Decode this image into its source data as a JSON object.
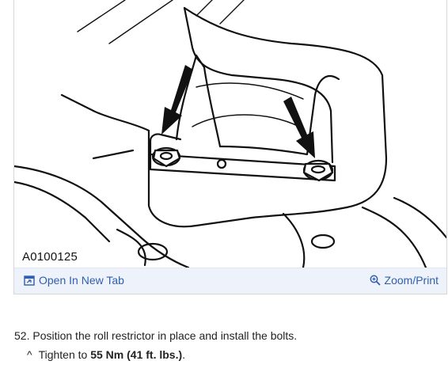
{
  "figure": {
    "id": "A0100125",
    "open_tab_label": "Open In New Tab",
    "zoom_label": "Zoom/Print",
    "open_tab_icon": "open-tab-icon",
    "zoom_icon": "zoom-icon"
  },
  "instructions": {
    "step": "52. Position the roll restrictor in place and install the bolts.",
    "substep_prefix": "Tighten to",
    "substep_value": "55 Nm (41 ft. lbs.)",
    "substep_suffix": ".",
    "bullet_glyph": "^"
  },
  "colors": {
    "link": "#2f5fae",
    "toolbar_bg": "#eef2fb"
  }
}
